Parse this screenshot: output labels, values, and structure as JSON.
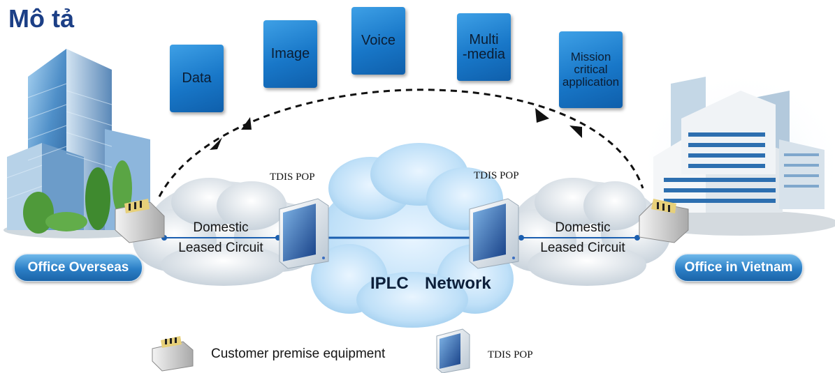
{
  "title": "Mô tả",
  "services": [
    {
      "label": "Data"
    },
    {
      "label": "Image"
    },
    {
      "label": "Voice"
    },
    {
      "label": "Multi\n-media"
    },
    {
      "label": "Mission\ncritical\napplication"
    }
  ],
  "offices": {
    "left": "Office Overseas",
    "right": "Office in Vietnam"
  },
  "clouds": {
    "left": "Domestic\nLeased Circuit",
    "right": "Domestic\nLeased Circuit",
    "center_word1": "IPLC",
    "center_word2": "Network"
  },
  "pops": {
    "left": "TDIS POP",
    "right": "TDIS POP"
  },
  "legend": {
    "cpe": "Customer premise equipment",
    "pop": "TDIS POP"
  },
  "colors": {
    "title": "#1c3f86",
    "service_box": "#1877c8",
    "cloud": "#dfe8ef",
    "link_line": "#1b5fb0"
  }
}
